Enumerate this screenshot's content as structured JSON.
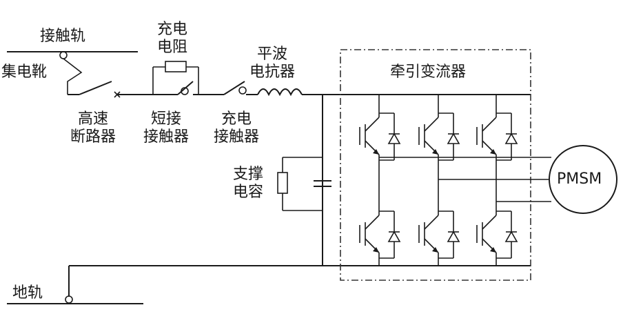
{
  "labels": {
    "contact_rail": "接触轨",
    "collector_shoe": "集电靴",
    "charging_resistor": [
      "充电",
      "电阻"
    ],
    "smoothing_reactor": [
      "平波",
      "电抗器"
    ],
    "traction_converter": "牵引变流器",
    "hs_breaker": [
      "高速",
      "断路器"
    ],
    "short_contactor": [
      "短接",
      "接触器"
    ],
    "charge_contactor": [
      "充电",
      "接触器"
    ],
    "support_capacitor": [
      "支撑",
      "电容"
    ],
    "motor": "PMSM",
    "ground_rail": "地轨"
  }
}
